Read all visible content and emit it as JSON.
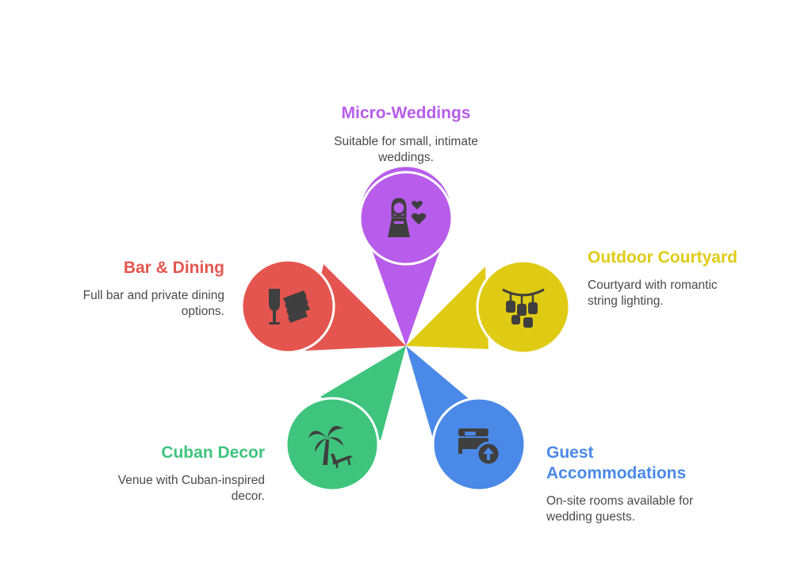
{
  "colors": {
    "micro": "#B75CEB",
    "outdoor": "#DFCB14",
    "guest": "#4A89E8",
    "cuban": "#3EC47D",
    "bar": "#E5554F",
    "icon": "#3f3f3f"
  },
  "items": [
    {
      "key": "micro",
      "title": "Micro-Weddings",
      "desc_lines": [
        "Suitable for small, intimate",
        "weddings."
      ],
      "icon": "bride-hearts-icon"
    },
    {
      "key": "outdoor",
      "title": "Outdoor Courtyard",
      "desc_lines": [
        "Courtyard with romantic",
        "string lighting."
      ],
      "icon": "string-lights-icon"
    },
    {
      "key": "guest",
      "title_lines": [
        "Guest",
        "Accommodations"
      ],
      "desc_lines": [
        "On-site rooms available for",
        "wedding guests."
      ],
      "icon": "bed-upgrade-icon"
    },
    {
      "key": "cuban",
      "title": "Cuban Decor",
      "desc_lines": [
        "Venue with Cuban-inspired",
        "decor."
      ],
      "icon": "palm-lounger-icon"
    },
    {
      "key": "bar",
      "title": "Bar & Dining",
      "desc_lines": [
        "Full bar and private dining",
        "options."
      ],
      "icon": "wine-menu-icon"
    }
  ]
}
